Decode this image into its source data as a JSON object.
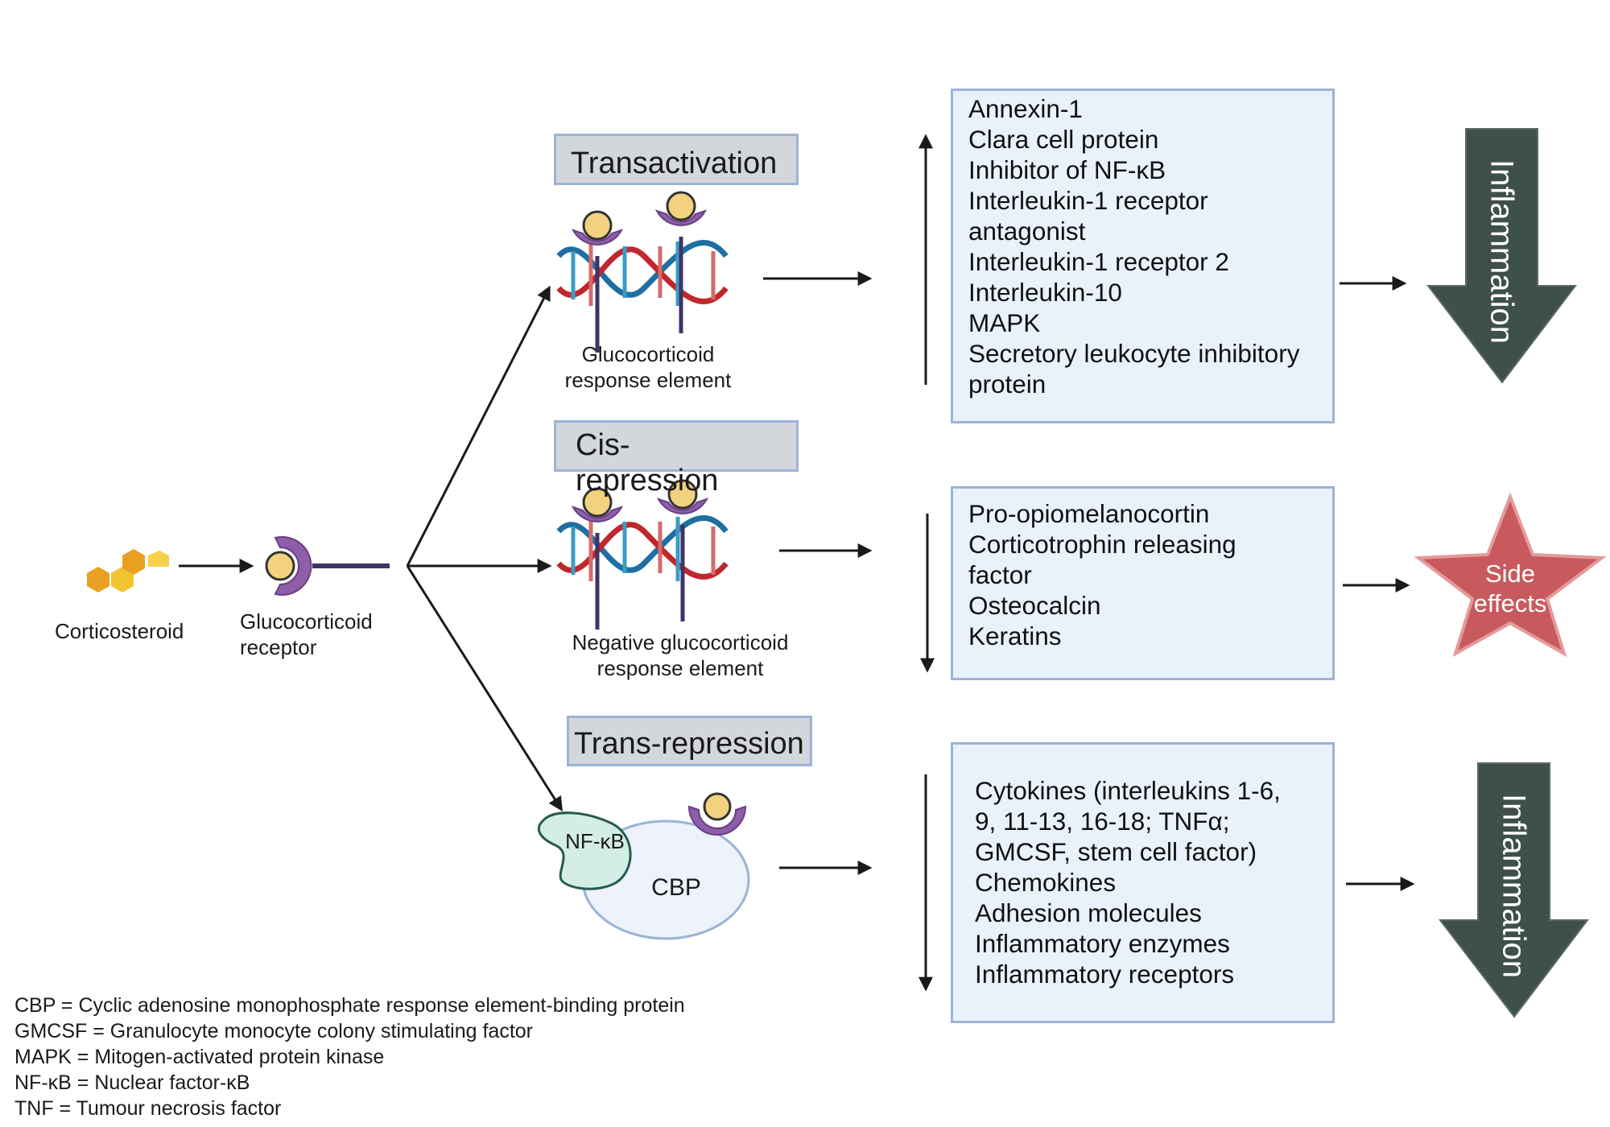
{
  "corticosteroid_label": "Corticosteroid",
  "receptor_label": "Glucocorticoid receptor",
  "mechanisms": [
    {
      "title": "Transactivation",
      "dna_label": "Glucocorticoid response element",
      "regulation": "up",
      "products": [
        "Annexin-1",
        "Clara cell protein",
        "Inhibitor of NF-κB",
        "Interleukin-1 receptor antagonist",
        "Interleukin-1 receptor 2",
        "Interleukin-10",
        "MAPK",
        "Secretory leukocyte inhibitory protein"
      ],
      "outcome": "Inflammation",
      "outcome_shape": "down-arrow"
    },
    {
      "title": "Cis-repression",
      "dna_label": "Negative glucocorticoid response element",
      "regulation": "down",
      "products": [
        "Pro-opiomelanocortin",
        "Corticotrophin releasing factor",
        "Osteocalcin",
        "Keratins"
      ],
      "outcome": "Side effects",
      "outcome_shape": "star"
    },
    {
      "title": "Trans-repression",
      "nfkb_label": "NF-κB",
      "cbp_label": "CBP",
      "regulation": "down",
      "products": [
        "Cytokines (interleukins 1-6, 9, 11-13, 16-18; TNFα; GMCSF, stem cell factor)",
        "Chemokines",
        "Adhesion molecules",
        "Inflammatory enzymes",
        "Inflammatory receptors"
      ],
      "outcome": "Inflammation",
      "outcome_shape": "down-arrow"
    }
  ],
  "legend": [
    "CBP = Cyclic adenosine monophosphate response element-binding protein",
    "GMCSF = Granulocyte monocyte colony stimulating factor",
    "MAPK = Mitogen-activated protein kinase",
    "NF-κB = Nuclear factor-κB",
    "TNF = Tumour necrosis factor"
  ],
  "colors": {
    "hexagon": "#e8a020",
    "receptor": "#8e5ea8",
    "ligand": "#f2d27e",
    "dna_red": "#c0272d",
    "dna_blue": "#1f6fa3",
    "box_fill": "#e9f1fb",
    "box_border": "#9db3d6",
    "mechanism_fill": "#d3d6da",
    "big_arrow": "#3f4f4a",
    "star": "#c85a5d",
    "nfkb": "#d4ede6",
    "cbp": "#edf2fb"
  }
}
